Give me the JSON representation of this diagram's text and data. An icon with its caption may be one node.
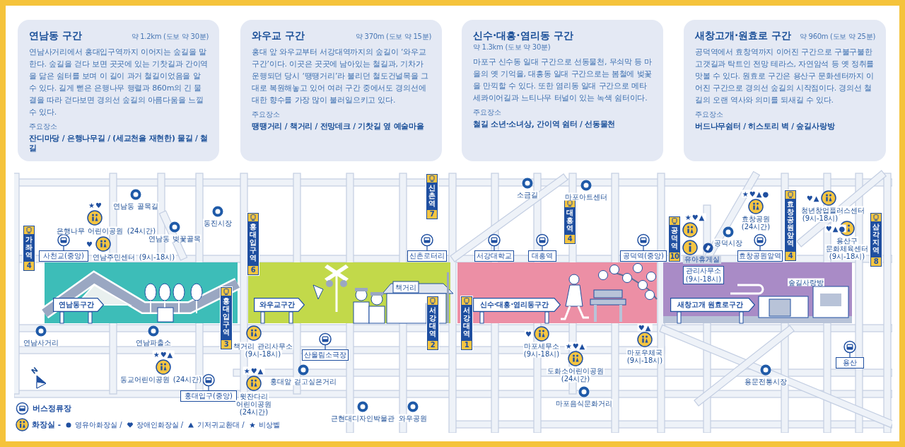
{
  "diagram": {
    "nodes": [
      {
        "text": [
          "연남동 구간",
          "약 1.2km (도보 약 30분)",
          "연남사거리에서 홍대입구역까지 이어지는 숲길을 말한다. 숲길을 걷다 보면 곳곳에 있는 기찻길과 간이역을 닮은 쉼터를 보며 이 길이 과거 철길이었음을 알 수 있다. 길게 뻗은 은행나무 행렬과 860m의 긴 물결을 따라 걷다보면 경의선 숲길의 아름다움을 느낄 수 있다.",
          "주요장소",
          "잔디마당 / 은행나무길 / (세교천을 재현한) 물길 / 철길"
        ]
      },
      {
        "text": [
          "와우교 구간",
          "약 370m (도보 약 15분)",
          "홍대 앞 와우교부터 서강대역까지의 숲길이 ‘와우교구간’이다. 이곳은 곳곳에 남아있는 철길과, 기차가 운행되던 당시 ‘땡땡거리’라 불리던 철도건널목을 그대로 복원해놓고 있어 여러 구간 중에서도 경의선에 대한 향수를 가장 많이 불러일으키고 있다.",
          "주요장소",
          "땡땡거리 / 책거리 / 전망데크 / 기찻길 옆 예술마을"
        ]
      },
      {
        "text": [
          "신수·대흥·염리동 구간",
          "약 1.3km (도보 약 30분)",
          "마포구 신수동 일대 구간으로 선동물천, 무쇠막 등 마을의 옛 기억을, 대흥동 일대 구간으로는 봄철에 벚꽃을 만끽할 수 있다. 또한 염리동 일대 구간으로 메타세콰이어길과 느티나무 터널이 있는 녹색 쉼터이다.",
          "주요장소",
          "철길 소년·소녀상, 간이역 쉼터 / 선동물천"
        ]
      },
      {
        "text": [
          "새창고개·원효로 구간",
          "약 960m (도보 약 25분)",
          "공덕역에서 효창역까지 이어진 구간으로 구불구불한 고갯길과 탁트인 전망 테라스, 자연암석 등 옛 정취를 맛볼 수 있다. 원효로 구간은 용산구 문화센터까지 이어진 구간으로 경의선 숲길의 시작점이다. 경의선 철길의 오랜 역사와 의미를 되새길 수 있다.",
          "주요장소",
          "버드나무쉼터 / 히스토리 벽 / 숲길사랑방"
        ]
      },
      {
        "text": [
          "신촌역",
          "7"
        ]
      },
      {
        "text": [
          "대흥역",
          "4"
        ]
      },
      {
        "text": [
          "효창공원앞역",
          "4"
        ]
      },
      {
        "text": [
          "공덕역",
          "10"
        ]
      },
      {
        "text": [
          "가좌역",
          "4"
        ]
      },
      {
        "text": [
          "홍대입구역",
          "6"
        ]
      },
      {
        "text": [
          "삼각지역",
          "8"
        ]
      },
      {
        "text": [
          "사천교(중앙)"
        ]
      },
      {
        "text": [
          "신촌로터리"
        ]
      },
      {
        "text": [
          "서강대학교"
        ]
      },
      {
        "text": [
          "대흥역"
        ]
      },
      {
        "text": [
          "공덕역(중앙)"
        ]
      },
      {
        "text": [
          "효창공원앞역"
        ]
      },
      {
        "text": [
          "유아휴게실"
        ]
      },
      {
        "text": [
          "관리사무소",
          "(9시-18시)"
        ],
        "in": 25
      },
      {
        "text": [],
        "shape": "box"
      },
      {
        "text": [
          "연남동구간"
        ],
        "in": 19
      },
      {
        "text": [],
        "shape": "box"
      },
      {
        "text": [
          "와우교구간"
        ],
        "in": 21
      },
      {
        "text": [],
        "shape": "box"
      },
      {
        "text": [
          "신수·대흥·염리동구간"
        ],
        "in": 23
      },
      {
        "text": [],
        "shape": "box"
      },
      {
        "text": [
          "새창고개 원효로구간"
        ],
        "in": 25
      },
      {
        "text": [
          "홍대입구역",
          "3"
        ]
      },
      {
        "text": [
          "서강대역",
          "2"
        ]
      },
      {
        "text": [
          "서강대역",
          "1"
        ]
      },
      {
        "text": [
          "산울림소극장"
        ]
      },
      {
        "text": [
          "용산"
        ]
      },
      {
        "text": [
          "홍대입구(중앙)"
        ]
      }
    ],
    "labels": [
      "소금길",
      "마포아트센터",
      "★♥▲●",
      "♥▲",
      "★♥",
      "연남동 골목길",
      "청년창업플러스센터",
      "은행나무 어린이공원",
      "(24시간)",
      "동진시장",
      "★♥▲",
      "효창공원",
      "(24시간)",
      "(9시-18시)",
      "♥▲●",
      "♥",
      "연남동 벚꽃골목",
      "공덕시장",
      "용산구",
      "문화체육센터",
      "연남주민센터",
      "(9시-18시)",
      "(9시-18시)",
      "책거리",
      "숲길사랑방",
      "♥",
      "♥▲",
      "연남사거리",
      "연남파출소",
      "★♥▲",
      "책거리 관리사무소",
      "(9시-18시)",
      "마포세무소",
      "(9시-18시)",
      "★♥▲",
      "마포우체국",
      "(9시-18시)",
      "N",
      "동교어린이공원",
      "(24시간)",
      "★♥▲",
      "홍대앞 걷고싶은거리",
      "도화소어린이공원",
      "(24시간)",
      "용문전통시장",
      "윗잔다리",
      "어린이공원",
      "(24시간)",
      "근현대디자인박물관",
      "와우공원",
      "마포음식문화거리"
    ],
    "legend": [
      {
        "text": "버스정류장"
      },
      {
        "text": "화장실 -"
      },
      {
        "text": "영유아화장실 /"
      },
      {
        "text": "장애인화장실 /"
      },
      {
        "text": "기저귀교환대 /"
      },
      {
        "text": "비상벨"
      }
    ]
  }
}
